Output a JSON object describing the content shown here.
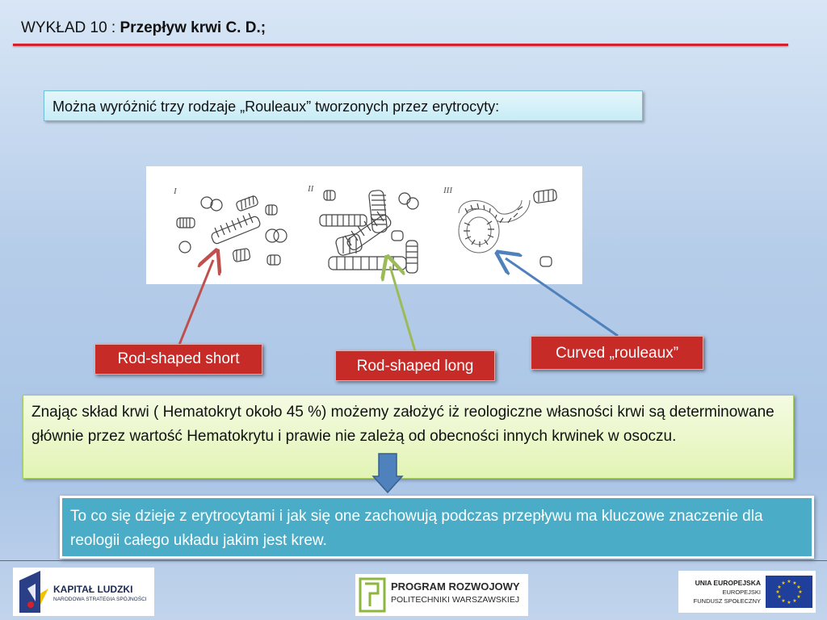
{
  "header": {
    "title_prefix": "WYKŁAD 10 : ",
    "title_bold": "Przepływ krwi C. D.;"
  },
  "intro": {
    "text": "Można wyróżnić trzy rodzaje „Rouleaux” tworzonych przez erytrocyty:"
  },
  "figure": {
    "panel_labels": [
      "I",
      "II",
      "III"
    ]
  },
  "labels": {
    "short": "Rod-shaped short",
    "long": "Rod-shaped long",
    "curved": "Curved „rouleaux”"
  },
  "green_box": {
    "text": "Znając skład krwi ( Hematokryt około 45 %) możemy założyć iż reologiczne własności krwi są determinowane głównie przez wartość Hematokrytu i prawie nie zależą od obecności innych krwinek w osoczu."
  },
  "teal_box": {
    "text": "To co się dzieje z erytrocytami i jak się one zachowują podczas przepływu ma kluczowe znaczenie dla reologii całego układu jakim jest krew."
  },
  "footer": {
    "kapital_title": "KAPITAŁ LUDZKI",
    "kapital_sub": "NARODOWA STRATEGIA SPÓJNOŚCI",
    "program_title": "PROGRAM ROZWOJOWY",
    "program_sub": "POLITECHNIKI WARSZAWSKIEJ",
    "ue_line1": "UNIA EUROPEJSKA",
    "ue_line2": "EUROPEJSKI",
    "ue_line3": "FUNDUSZ SPOŁECZNY"
  },
  "colors": {
    "title_rule": "#d6202a",
    "label_red": "#c62b28",
    "arrow_red": "#c0504d",
    "arrow_green": "#9bbb59",
    "arrow_blue": "#4f81bd",
    "teal": "#4aacc6",
    "down_arrow": "#4f81bd"
  }
}
